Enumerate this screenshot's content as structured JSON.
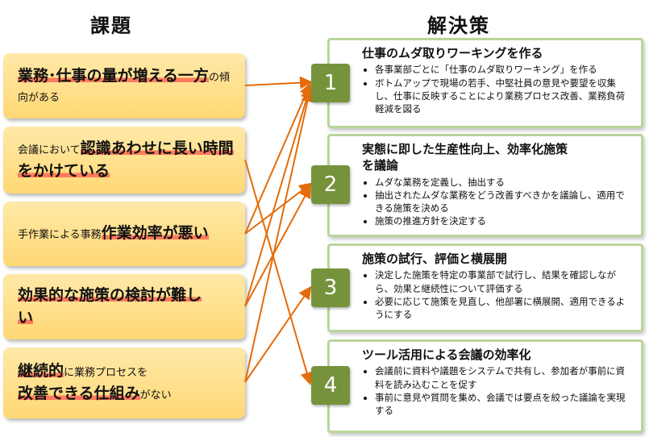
{
  "headings": {
    "issues": "課題",
    "solutions": "解決策"
  },
  "issues": [
    {
      "big": "業務･仕事の量が増える一方",
      "tail": "の傾向がある"
    },
    {
      "prefix": "会議において",
      "big": "認識あわせに長い時間をかけている"
    },
    {
      "prefix": "手作業による事務",
      "big": "作業効率が悪い"
    },
    {
      "big": "効果的な施策の検討が難しい"
    },
    {
      "big1": "継続的",
      "mid": "に業務プロセスを",
      "big2": "改善できる仕組み",
      "tail": "がない"
    }
  ],
  "solutions": [
    {
      "number": "1",
      "title": "仕事のムダ取りワーキングを作る",
      "bullets": [
        "各事業部ごとに「仕事のムダ取りワーキング」を作る",
        "ボトムアップで現場の若手、中堅社員の意見や要望を収集し、仕事に反映することにより業務プロセス改善、業務負荷軽減を図る"
      ]
    },
    {
      "number": "2",
      "title": "実態に即した生産性向上、効率化施策を議論",
      "bullets": [
        "ムダな業務を定義し、抽出する",
        "抽出されたムダな業務をどう改善すべきかを議論し、適用できる施策を決める",
        "施策の推進方針を決定する"
      ]
    },
    {
      "number": "3",
      "title": "施策の試行、評価と横展開",
      "bullets": [
        "決定した施策を特定の事業部で試行し、結果を確認しながら、効果と継続性について評価する",
        "必要に応じて施策を見直し、他部署に横展開、適用できるようにする"
      ]
    },
    {
      "number": "4",
      "title": "ツール活用による会議の効率化",
      "bullets": [
        "会議前に資料や議題をシステムで共有し、参加者が事前に資料を読み込むことを促す",
        "事前に意見や質問を集め、会議では要点を絞った議論を実現する"
      ]
    }
  ],
  "colors": {
    "issue_fill_top": "#ffe9a8",
    "issue_fill_bottom": "#ffd875",
    "highlight": "#ff7a5c",
    "solution_border": "#b8d59a",
    "badge": "#76933c",
    "arrow": "#e46c0a"
  }
}
